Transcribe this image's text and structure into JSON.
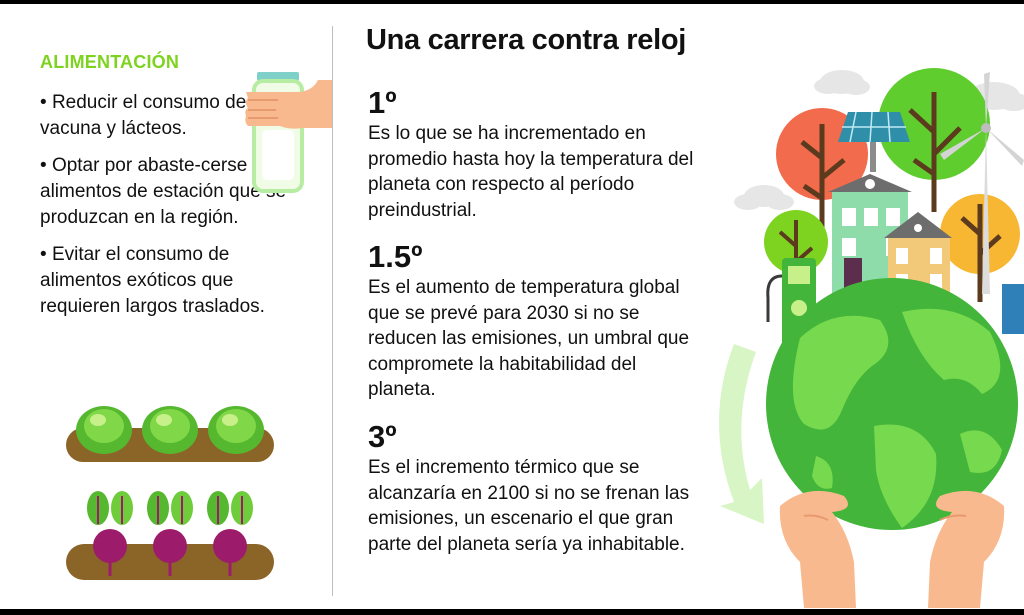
{
  "left": {
    "section_title": "ALIMENTACIÓN",
    "tips": [
      "Reducir el consumo de carne vacuna y lácteos.",
      "Optar por abaste-cerse con alimentos de estación que se produzcan en la región.",
      "Evitar el consumo de alimentos exóticos que requieren largos traslados."
    ]
  },
  "main": {
    "title": "Una carrera contra reloj",
    "stats": [
      {
        "value": "1º",
        "text": "Es lo que se ha incrementado en promedio hasta hoy la temperatura del planeta con respecto al período preindustrial."
      },
      {
        "value": "1.5º",
        "text": "Es el aumento de temperatura global que se prevé para 2030 si no se reducen las emisiones, un umbral que compromete la habitabilidad del planeta."
      },
      {
        "value": "3º",
        "text": "Es el incremento térmico que se alcanzaría en 2100 si no se frenan las emisiones, un escenario el que gran parte del planeta sería ya inhabitable."
      }
    ]
  },
  "colors": {
    "accent_green": "#7ed321",
    "earth_land": "#77d94e",
    "earth_ocean": "#43b53a",
    "soil": "#8b6428",
    "beet": "#9c1c6b",
    "skin": "#f9b98f"
  },
  "icons": [
    "jar-icon",
    "hand-icon",
    "lettuce-icon",
    "beet-icon",
    "earth-icon",
    "tree-icon",
    "house-icon",
    "solar-panel-icon",
    "wind-turbine-icon",
    "fuel-pump-icon",
    "cloud-icon",
    "arrow-icon"
  ]
}
